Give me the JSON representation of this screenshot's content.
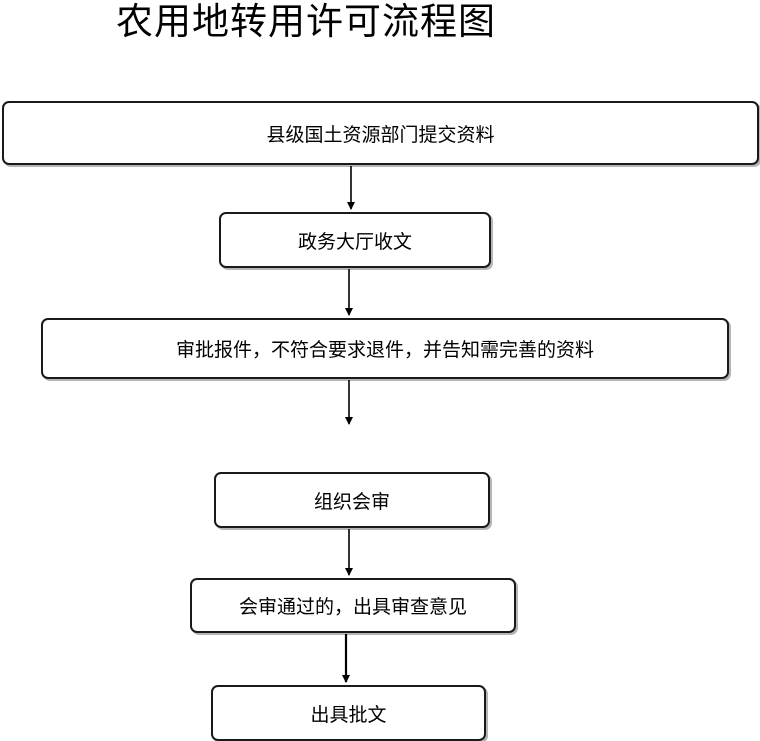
{
  "title": "农用地转用许可流程图",
  "steps": [
    "县级国土资源部门提交资料",
    "政务大厅收文",
    "审批报件，不符合要求退件，并告知需完善的资料",
    "组织会审",
    "会审通过的，出具审查意见",
    "出具批文"
  ]
}
